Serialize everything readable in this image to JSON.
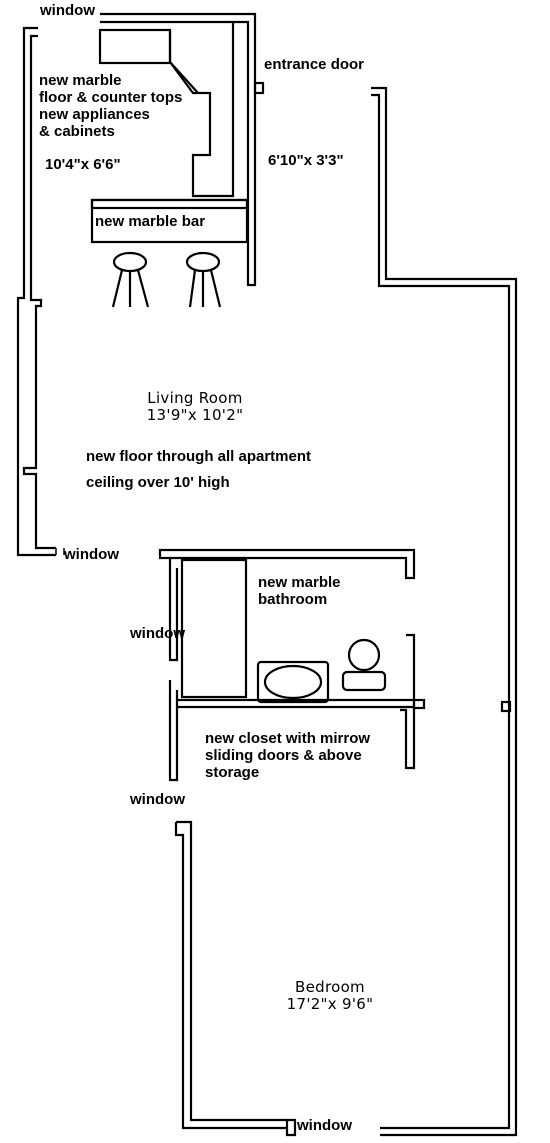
{
  "labels": {
    "window_top": "window",
    "entrance_door": "entrance door",
    "kitchen_note": [
      "new marble",
      "floor & counter tops",
      "new appliances",
      "& cabinets"
    ],
    "kitchen_dims": "10'4\"x 6'6\"",
    "hall_dims": "6'10\"x 3'3\"",
    "bar": "new marble bar",
    "living_room": "Living Room",
    "living_dims": "13'9\"x 10'2\"",
    "floor_note": "new floor through all apartment",
    "ceiling_note": "ceiling over 10' high",
    "window_living": "window",
    "bathroom": [
      "new marble",
      "bathroom"
    ],
    "window_bath": "window",
    "closet": [
      "new closet with mirrow",
      "sliding doors & above",
      "storage"
    ],
    "window_closet": "window",
    "bedroom": "Bedroom",
    "bedroom_dims": "17'2\"x 9'6\"",
    "window_bottom": "window"
  }
}
